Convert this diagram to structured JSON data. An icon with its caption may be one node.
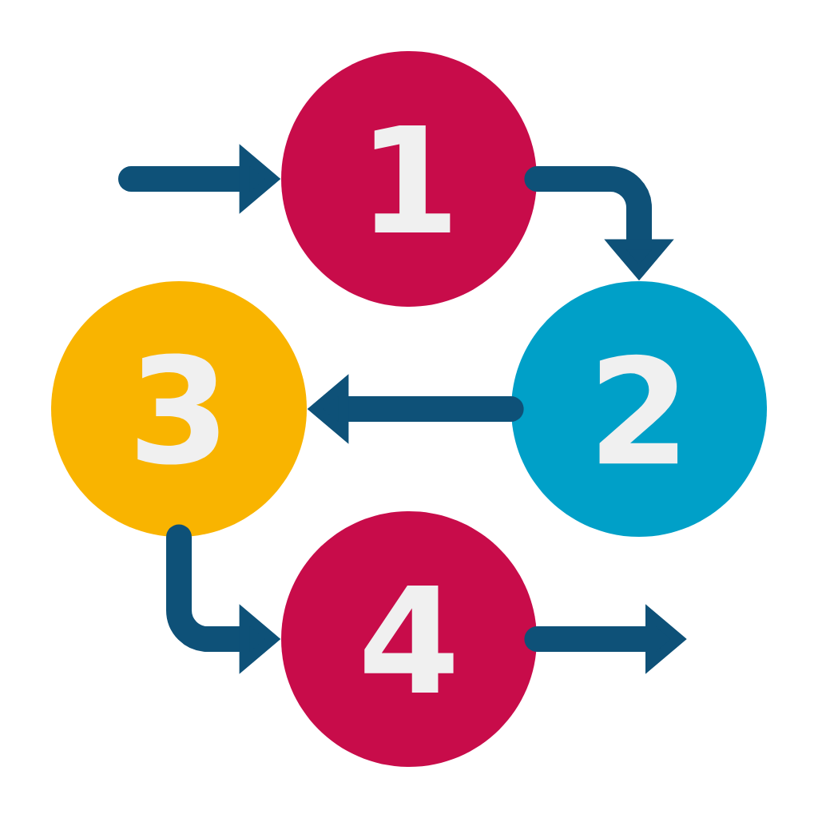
{
  "diagram": {
    "nodes": [
      {
        "text": [
          "1"
        ]
      },
      {
        "text": [
          "2"
        ]
      },
      {
        "text": [
          "3"
        ]
      },
      {
        "text": [
          "4"
        ]
      }
    ],
    "edges": [
      {
        "from": null,
        "to": 0,
        "arrow": "to"
      },
      {
        "from": 0,
        "to": 1,
        "arrow": "to"
      },
      {
        "from": 1,
        "to": 2,
        "arrow": "to"
      },
      {
        "from": 2,
        "to": 3,
        "arrow": "to"
      },
      {
        "from": 3,
        "to": null,
        "arrow": "to"
      }
    ]
  }
}
